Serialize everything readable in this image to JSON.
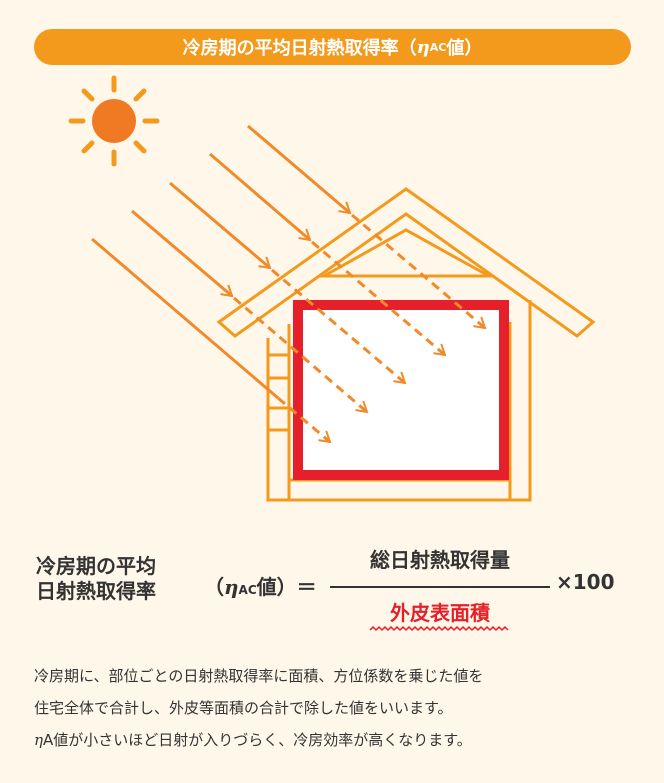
{
  "title": {
    "prefix": "冷房期の平均日射熱取得率（",
    "eta": "η",
    "sub": "AC",
    "suffix": "値）"
  },
  "formula": {
    "lhs_line1": "冷房期の平均",
    "lhs_line2": "日射熱取得率",
    "paren_open": "（",
    "eta": "η",
    "sub": "AC",
    "paren_close": "値）＝",
    "numerator": "総日射熱取得量",
    "denominator": "外皮表面積",
    "multiplier": "×100"
  },
  "description": {
    "line1": "冷房期に、部位ごとの日射熱取得率に面積、方位係数を乗じた値を",
    "line2": "住宅全体で合計し、外皮等面積の合計で除した値をいいます。",
    "line3_eta": "η",
    "line3_rest": "A値が小さいほど日射が入りづらく、冷房効率が高くなります。"
  },
  "colors": {
    "background": "#fff8ea",
    "pill": "#f39a1c",
    "sun": "#f07a23",
    "ray": "#f08a2a",
    "house_outline": "#f39a1c",
    "envelope": "#e6202a",
    "text": "#333333"
  }
}
